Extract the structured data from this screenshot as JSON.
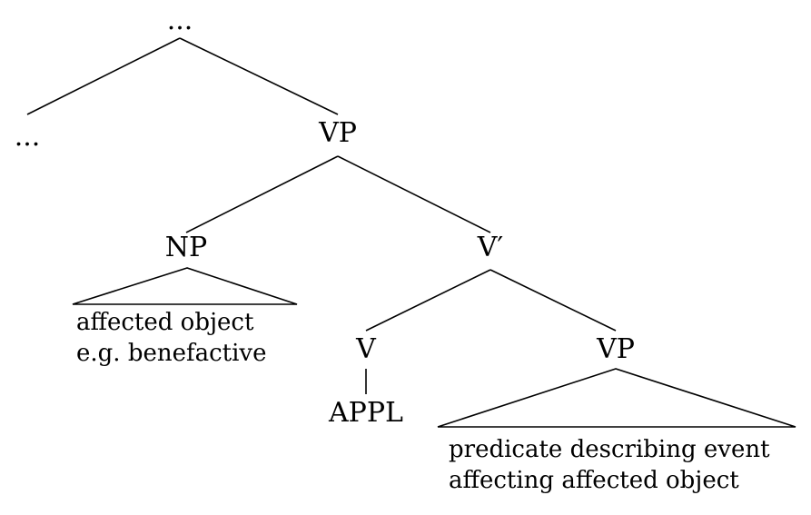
{
  "tree": {
    "root_label": "...",
    "left_ellipsis": "...",
    "vp_top": "VP",
    "np": "NP",
    "np_leaf": [
      "affected object",
      "e.g. benefactive"
    ],
    "v_bar": "V′",
    "v": "V",
    "v_leaf": "APPL",
    "vp_lower": "VP",
    "vp_leaf": [
      "predicate describing event",
      "affecting affected object"
    ]
  },
  "colors": {
    "ink": "#000000",
    "background": "#ffffff"
  }
}
